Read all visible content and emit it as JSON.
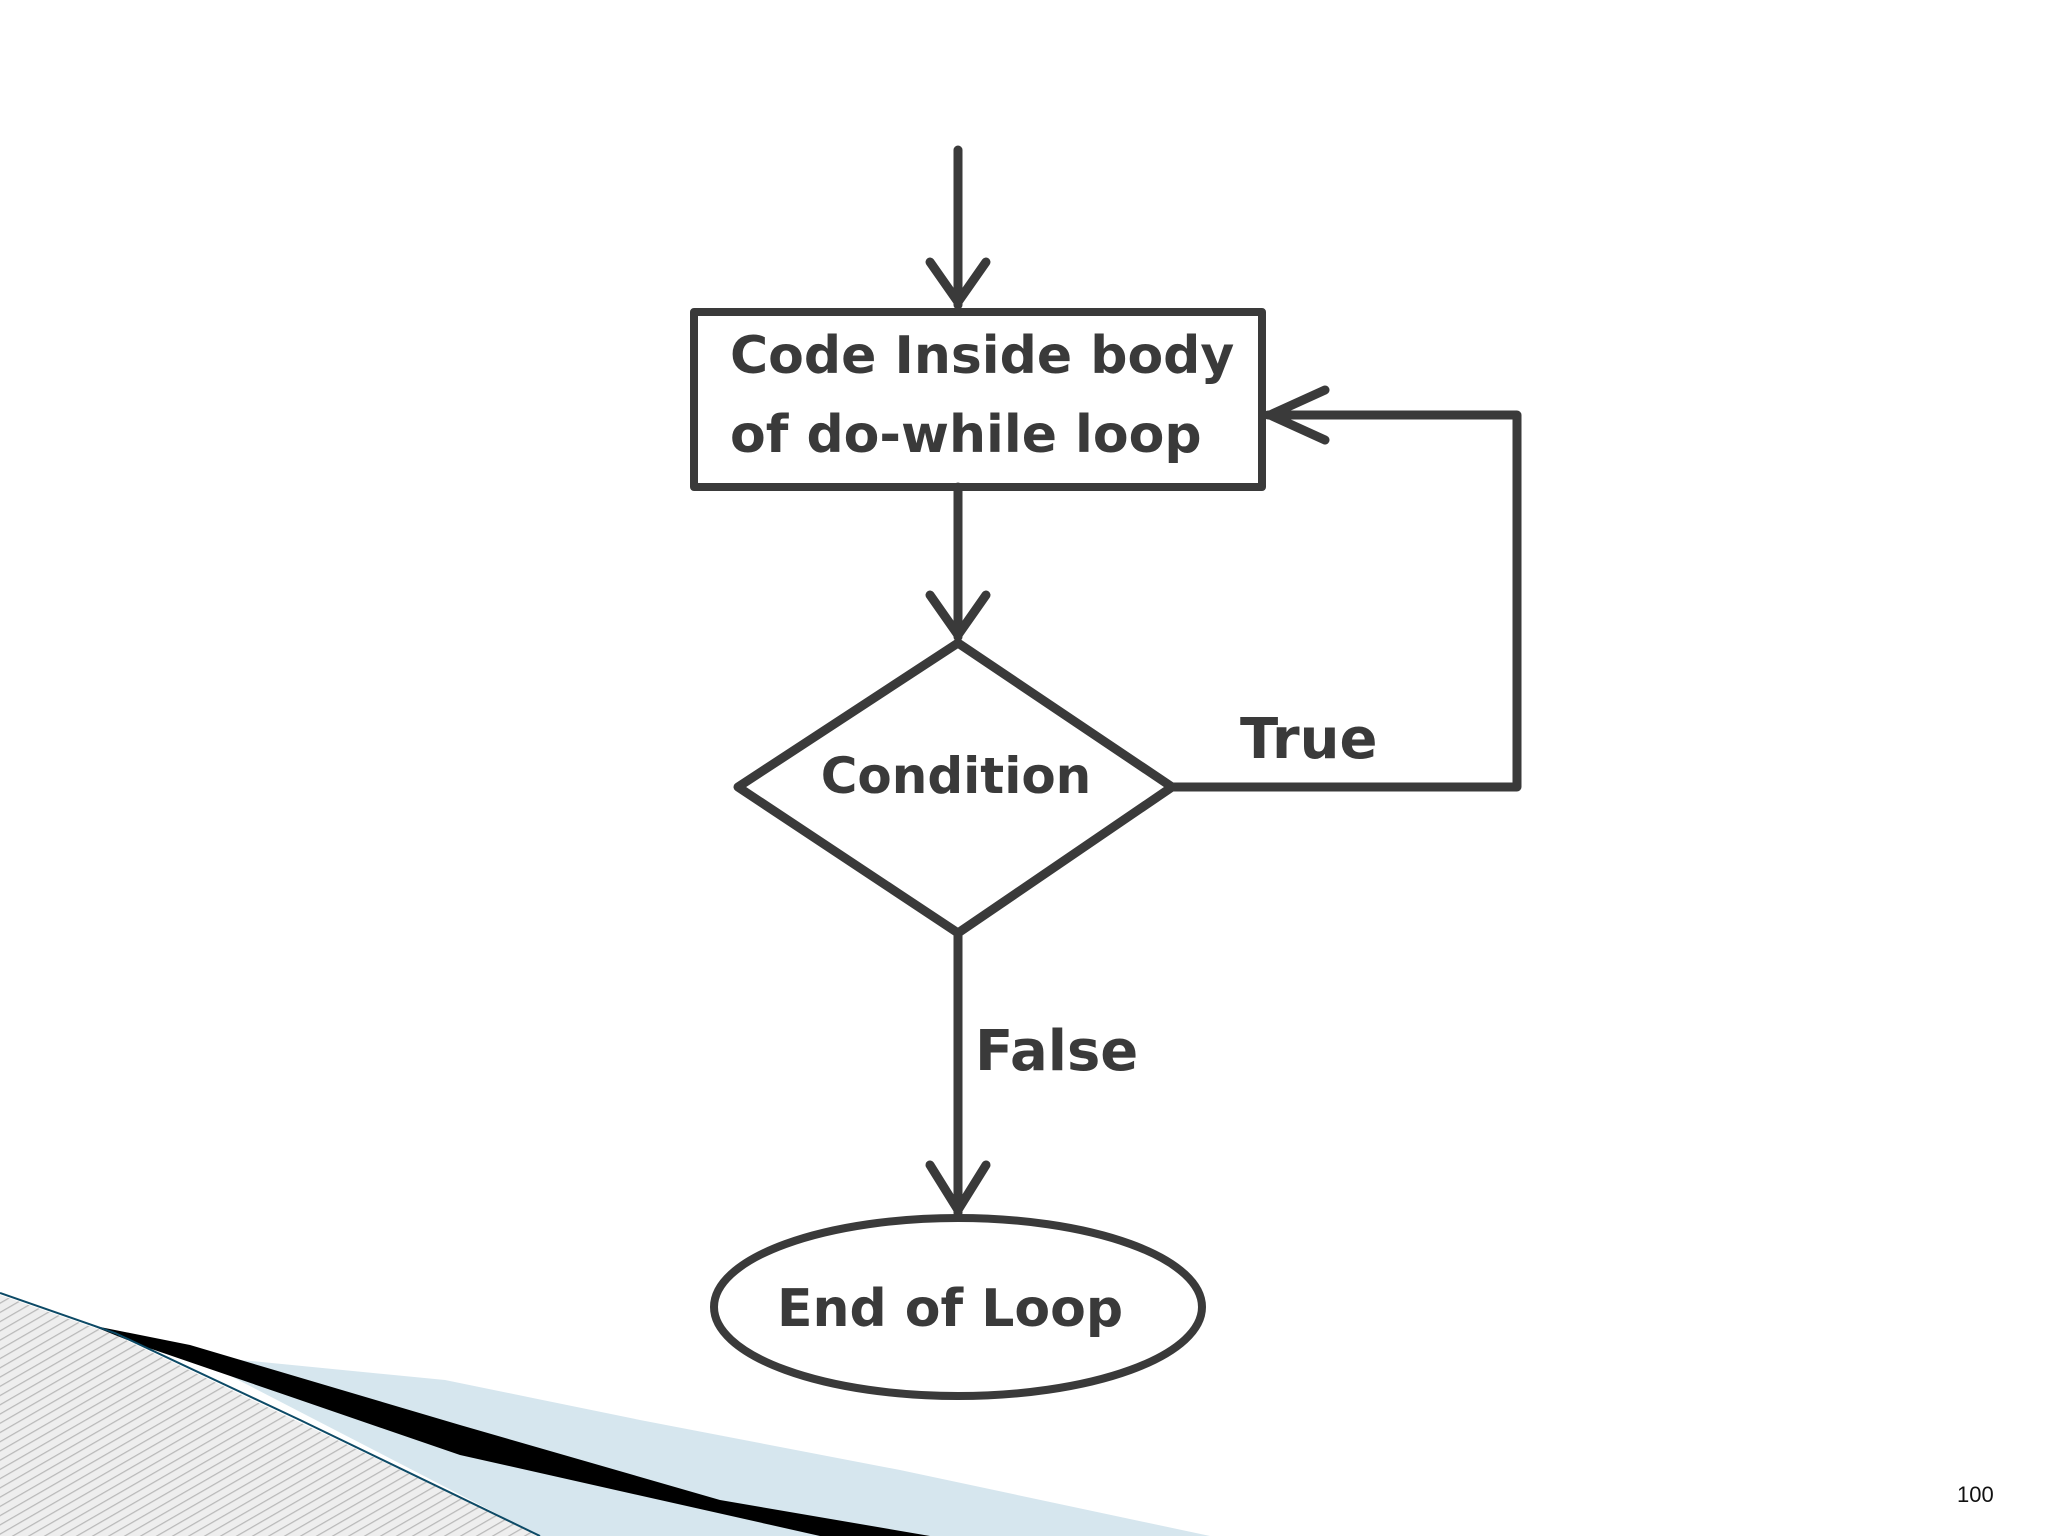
{
  "diagram": {
    "nodes": {
      "body": {
        "line1": "Code Inside body",
        "line2": "of do-while loop"
      },
      "condition": {
        "label": "Condition"
      },
      "end": {
        "label": "End of Loop"
      }
    },
    "edges": {
      "true_label": "True",
      "false_label": "False"
    },
    "colors": {
      "stroke": "#3a3a3a",
      "text": "#3a3a3a",
      "accent_light": "#d6e6ee",
      "accent_dark": "#0d4a66"
    }
  },
  "footer": {
    "slide_number": "100"
  }
}
